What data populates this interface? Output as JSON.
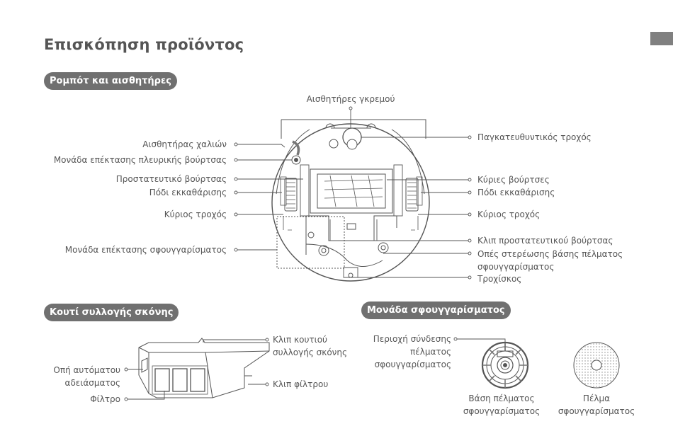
{
  "page": {
    "title": "Επισκόπηση προϊόντος"
  },
  "sections": {
    "robot": "Ρομπότ και αισθητήρες",
    "dustbin": "Κουτί συλλογής σκόνης",
    "mop": "Μονάδα σφουγγαρίσματος"
  },
  "robot_labels": {
    "cliff_sensors": "Αισθητήρες γκρεμού",
    "carpet_sensor": "Αισθητήρας χαλιών",
    "side_brush_module": "Μονάδα επέκτασης πλευρικής βούρτσας",
    "brush_guard": "Προστατευτικό βούρτσας",
    "cleaning_foot_left": "Πόδι εκκαθάρισης",
    "main_wheel_left": "Κύριος τροχός",
    "mop_module": "Μονάδα επέκτασης σφουγγαρίσματος",
    "omni_wheel": "Παγκατευθυντικός τροχός",
    "main_brushes": "Κύριες βούρτσες",
    "cleaning_foot_right": "Πόδι εκκαθάρισης",
    "main_wheel_right": "Κύριος τροχός",
    "brush_guard_clip": "Κλιπ προστατευτικού βούρτσας",
    "mop_holes_line1": "Οπές στερέωσης βάσης πέλματος",
    "mop_holes_line2": "σφουγγαρίσματος",
    "caster": "Τροχίσκος"
  },
  "dustbin_labels": {
    "bin_clip_line1": "Κλιπ κουτιού",
    "bin_clip_line2": "συλλογής σκόνης",
    "auto_empty_line1": "Οπή αυτόματου",
    "auto_empty_line2": "αδειάσματος",
    "filter": "Φίλτρο",
    "filter_clip": "Κλιπ φίλτρου"
  },
  "mop_labels": {
    "connect_line1": "Περιοχή σύνδεσης",
    "connect_line2": "πέλματος",
    "connect_line3": "σφουγγαρίσματος",
    "mop_base_line1": "Βάση πέλματος",
    "mop_base_line2": "σφουγγαρίσματος",
    "mop_pad_line1": "Πέλμα",
    "mop_pad_line2": "σφουγγαρίσματος"
  },
  "colors": {
    "pill_bg": "#707070",
    "line": "#555555",
    "side_tab": "#808080"
  }
}
